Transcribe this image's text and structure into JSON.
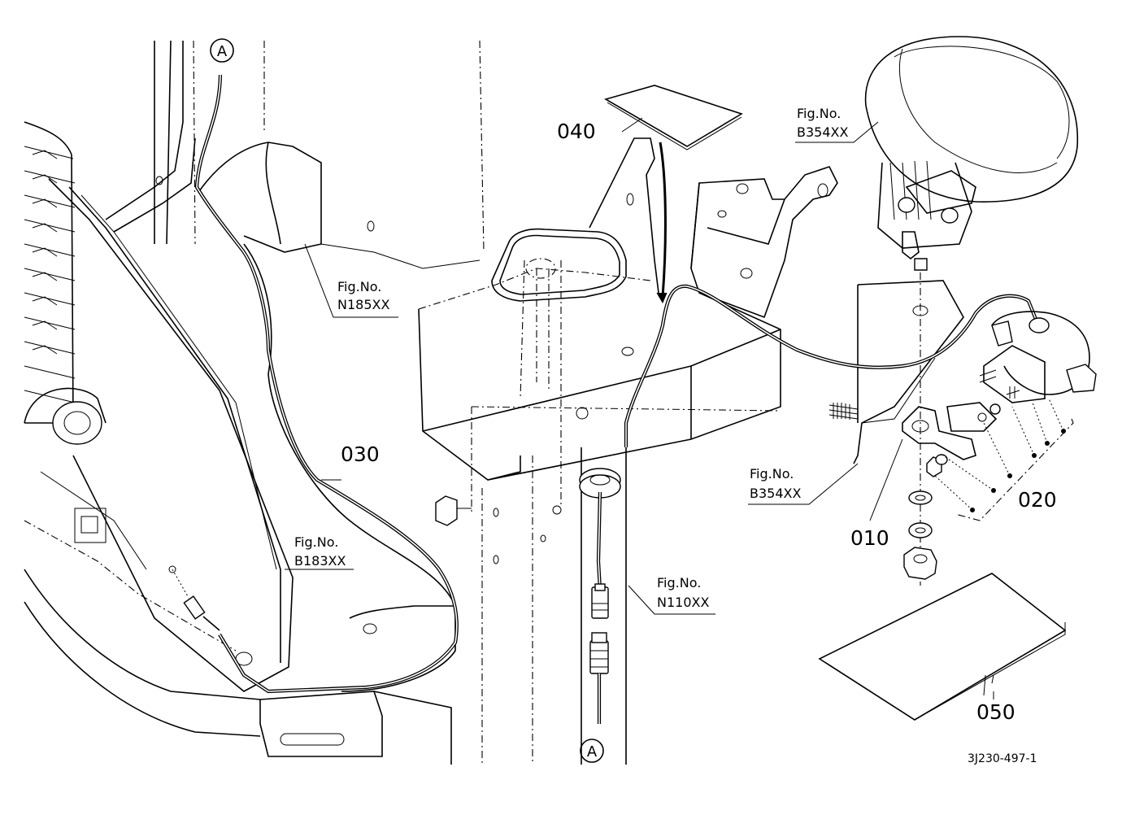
{
  "diagram": {
    "part_labels": {
      "p010": "010",
      "p020": "020",
      "p030": "030",
      "p040": "040",
      "p050": "050"
    },
    "fig_refs": {
      "fig_word": "Fig.No.",
      "n185": "N185XX",
      "b354_top": "B354XX",
      "b354_mid": "B354XX",
      "b183": "B183XX",
      "n110": "N110XX"
    },
    "connector_marker": "A",
    "drawing_code": "3J230-497-1"
  }
}
